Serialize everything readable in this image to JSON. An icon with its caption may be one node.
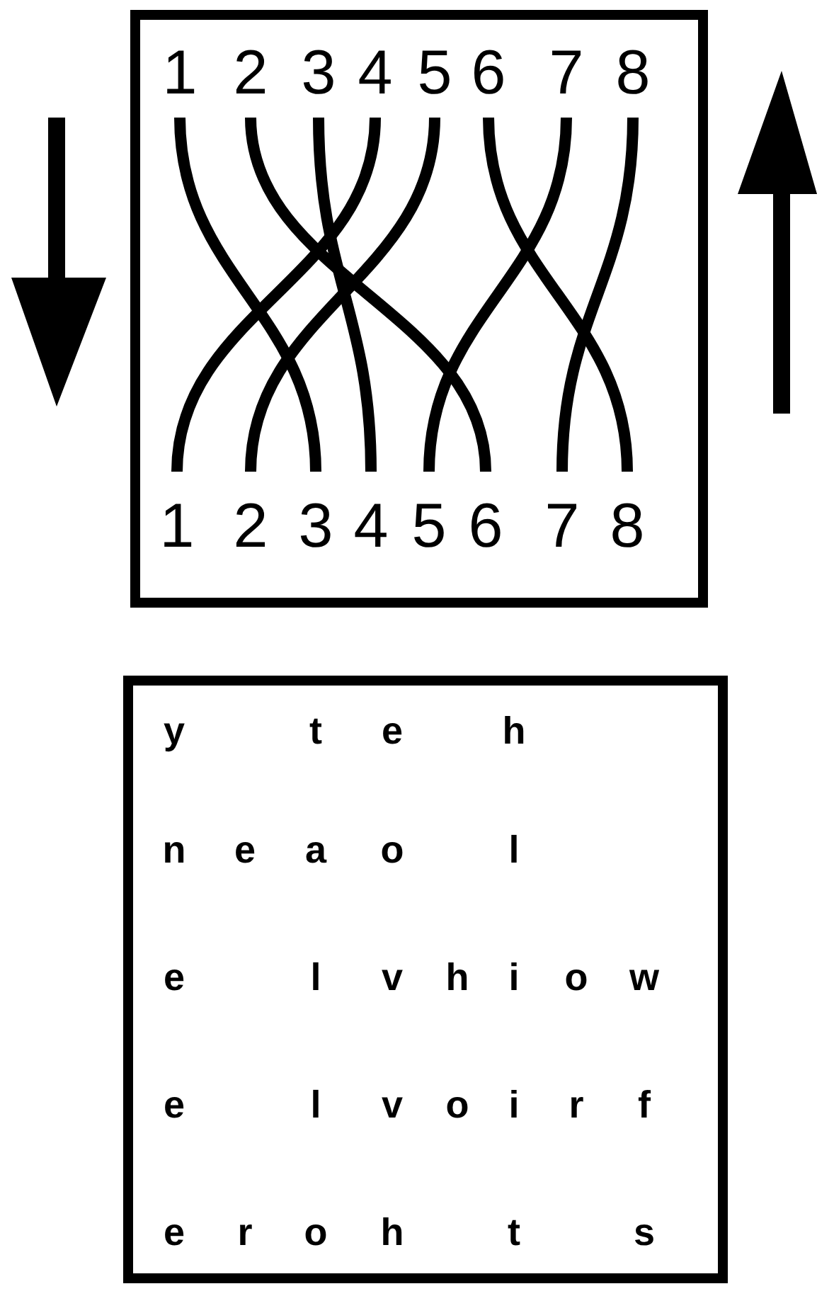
{
  "diagram": {
    "nodes": [
      {
        "text": [
          "1"
        ]
      },
      {
        "text": [
          "2"
        ]
      },
      {
        "text": [
          "3"
        ]
      },
      {
        "text": [
          "4"
        ]
      },
      {
        "text": [
          "5"
        ]
      },
      {
        "text": [
          "6"
        ]
      },
      {
        "text": [
          "7"
        ]
      },
      {
        "text": [
          "8"
        ]
      },
      {
        "text": [
          "1"
        ]
      },
      {
        "text": [
          "2"
        ]
      },
      {
        "text": [
          "3"
        ]
      },
      {
        "text": [
          "4"
        ]
      },
      {
        "text": [
          "5"
        ]
      },
      {
        "text": [
          "6"
        ]
      },
      {
        "text": [
          "7"
        ]
      },
      {
        "text": [
          "8"
        ]
      }
    ],
    "edges": [
      {
        "from": 0,
        "to": 10,
        "arrow": "none"
      },
      {
        "from": 1,
        "to": 13,
        "arrow": "none"
      },
      {
        "from": 2,
        "to": 11,
        "arrow": "none"
      },
      {
        "from": 3,
        "to": 8,
        "arrow": "none"
      },
      {
        "from": 4,
        "to": 9,
        "arrow": "none"
      },
      {
        "from": 5,
        "to": 15,
        "arrow": "none"
      },
      {
        "from": 6,
        "to": 12,
        "arrow": "none"
      },
      {
        "from": 7,
        "to": 14,
        "arrow": "none"
      }
    ],
    "labels": [
      "y",
      "t",
      "e",
      "h",
      "n",
      "e",
      "a",
      "o",
      "l",
      "e",
      "l",
      "v",
      "h",
      "i",
      "o",
      "w",
      "e",
      "l",
      "v",
      "o",
      "i",
      "r",
      "f",
      "e",
      "r",
      "o",
      "h",
      "t",
      "s"
    ]
  }
}
